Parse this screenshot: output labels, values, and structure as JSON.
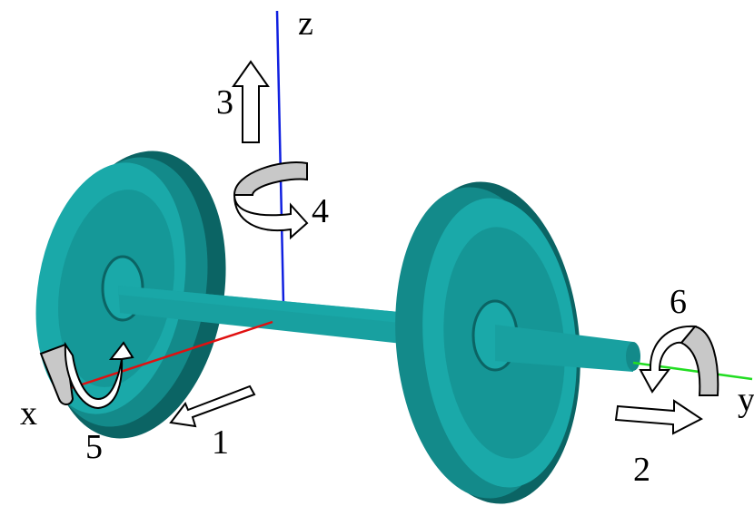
{
  "axes": {
    "x": {
      "label": "x",
      "color": "#e01010"
    },
    "y": {
      "label": "y",
      "color": "#22dd22"
    },
    "z": {
      "label": "z",
      "color": "#1020e0"
    }
  },
  "dof_labels": [
    {
      "id": "1",
      "text": "1",
      "motion": "translation along x"
    },
    {
      "id": "2",
      "text": "2",
      "motion": "translation along y"
    },
    {
      "id": "3",
      "text": "3",
      "motion": "translation along z"
    },
    {
      "id": "4",
      "text": "4",
      "motion": "rotation about z"
    },
    {
      "id": "5",
      "text": "5",
      "motion": "rotation about x"
    },
    {
      "id": "6",
      "text": "6",
      "motion": "rotation about y"
    }
  ],
  "colors": {
    "wheel_light": "#1aa9a9",
    "wheel_mid": "#138a8a",
    "wheel_dark": "#0b6464",
    "axle": "#18a0a0",
    "outline": "#0a3d3d",
    "arrow_fill_white": "#ffffff",
    "arrow_fill_gray": "#c8c8c8",
    "arrow_stroke": "#000000"
  }
}
